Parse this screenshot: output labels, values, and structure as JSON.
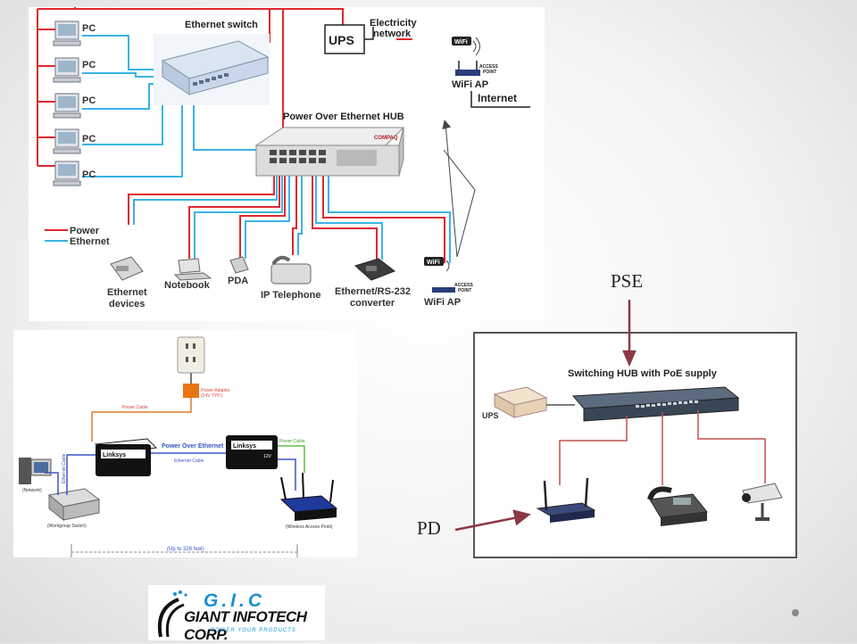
{
  "top_diagram": {
    "title_switch": "Ethernet switch",
    "ups": "UPS",
    "electricity": [
      "Electricity",
      "network"
    ],
    "poe_hub": "Power Over Ethernet HUB",
    "pc_label": "PC",
    "legend": {
      "power": "Power",
      "ethernet": "Ethernet"
    },
    "wifi_top": "WiFi AP",
    "internet": "Internet",
    "access_point": [
      "ACCESS",
      "POINT"
    ],
    "wifi_badge": "WiFi",
    "hub_brand": "COMPAQ",
    "devices": {
      "ethernet": [
        "Ethernet",
        "devices"
      ],
      "notebook": "Notebook",
      "pda": "PDA",
      "ip_phone": "IP Telephone",
      "converter": [
        "Ethernet/RS-232",
        "converter"
      ],
      "wifi": "WiFi AP"
    },
    "colors": {
      "power": "#e0282e",
      "ethernet": "#3ab4e6"
    }
  },
  "bottom_left": {
    "power_cable": "Power Cable",
    "power_adaptor": [
      "Power Adaptor",
      "(24V TYP.)"
    ],
    "poe_title": "Power Over Ethernet",
    "ethernet_cable": "Ethernet Cable",
    "ethernet_cable_v": "Ethernet Cable",
    "power_cable_2": "Power Cable",
    "network": "(Network)",
    "workgroup": "(Workgroup Switch)",
    "wap": "(Wireless Access Point)",
    "distance": "(Up to 328 feet)",
    "brand": "Linksys",
    "v12": "12V"
  },
  "bottom_right": {
    "title": "Switching HUB with PoE supply",
    "ups": "UPS"
  },
  "labels": {
    "pse": "PSE",
    "pd": "PD"
  },
  "logo": {
    "gic": "G.I.C",
    "name": "GIANT INFOTECH CORP.",
    "tagline": "POWER YOUR PRODUCTS"
  }
}
